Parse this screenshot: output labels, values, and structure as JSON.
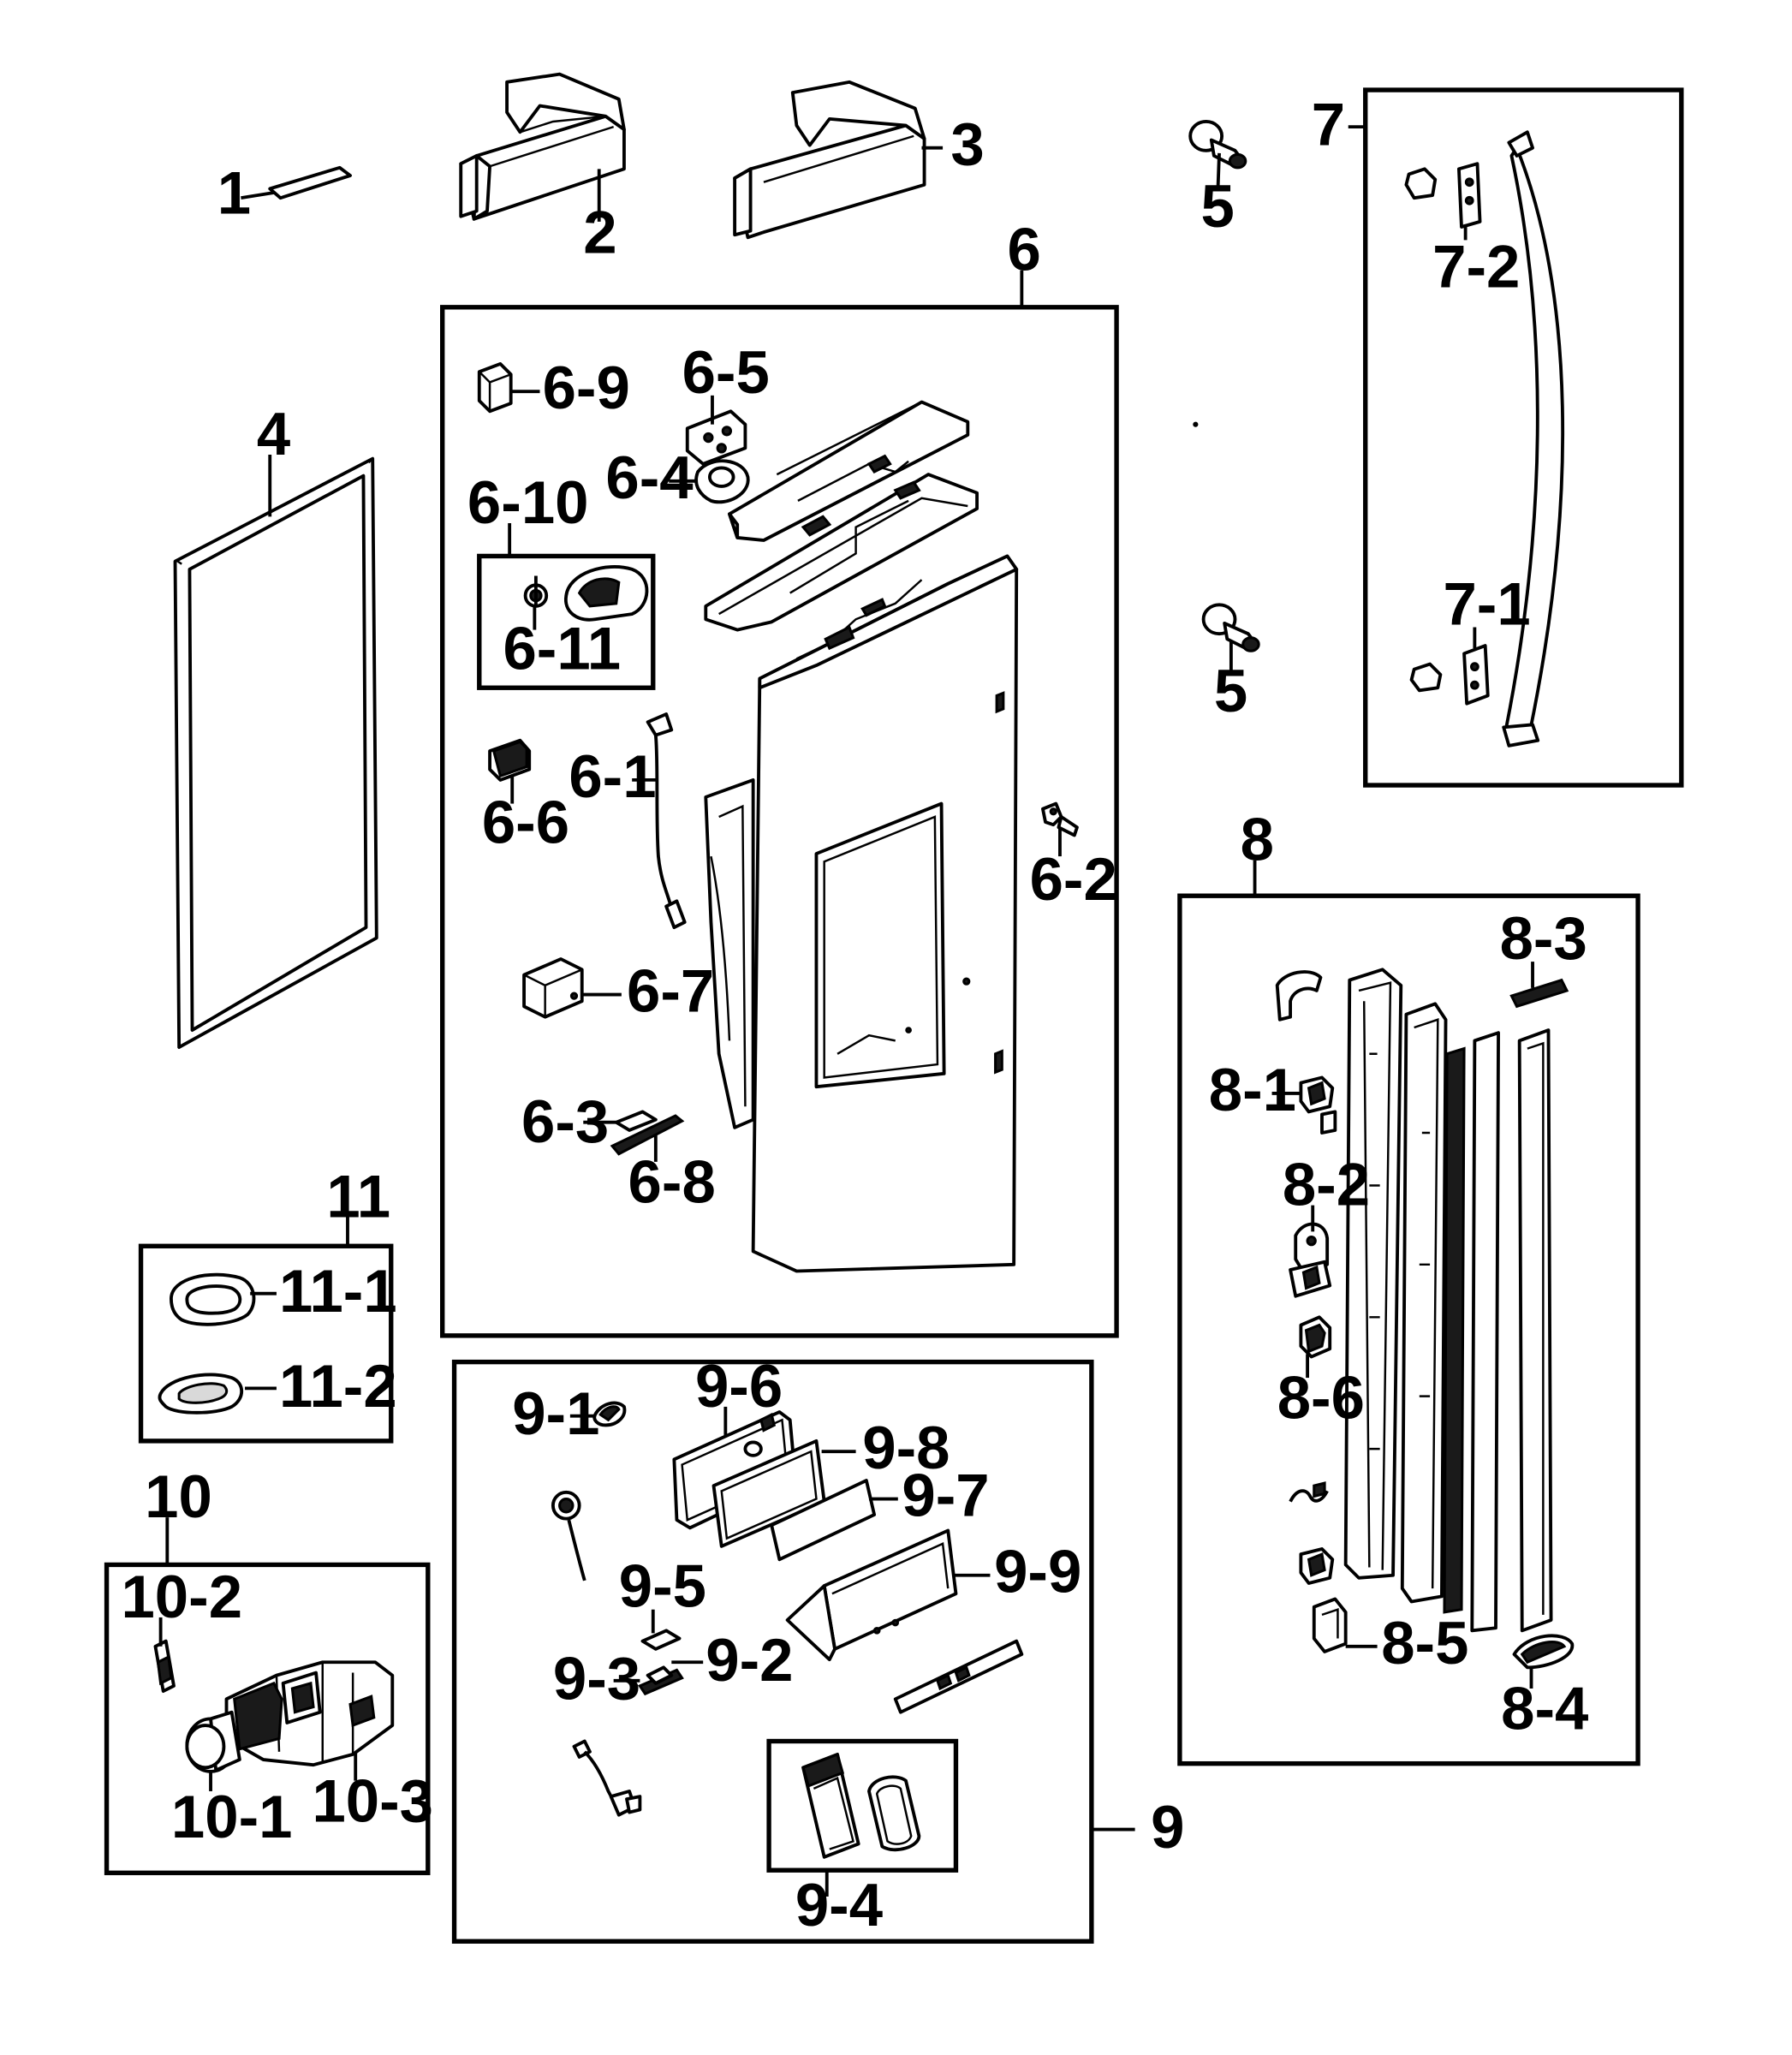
{
  "colors": {
    "line": "#000000",
    "background": "#ffffff",
    "shade": "#d9d9d9"
  },
  "labels": {
    "p1": "1",
    "p2": "2",
    "p3": "3",
    "p4": "4",
    "p5a": "5",
    "p5b": "5",
    "p6": "6",
    "p6_1": "6-1",
    "p6_2": "6-2",
    "p6_3": "6-3",
    "p6_4": "6-4",
    "p6_5": "6-5",
    "p6_6": "6-6",
    "p6_7": "6-7",
    "p6_8": "6-8",
    "p6_9": "6-9",
    "p6_10": "6-10",
    "p6_11": "6-11",
    "p7": "7",
    "p7_1": "7-1",
    "p7_2": "7-2",
    "p8": "8",
    "p8_1": "8-1",
    "p8_2": "8-2",
    "p8_3": "8-3",
    "p8_4": "8-4",
    "p8_5": "8-5",
    "p8_6": "8-6",
    "p9": "9",
    "p9_1": "9-1",
    "p9_2": "9-2",
    "p9_3": "9-3",
    "p9_4": "9-4",
    "p9_5": "9-5",
    "p9_6": "9-6",
    "p9_7": "9-7",
    "p9_8": "9-8",
    "p9_9": "9-9",
    "p10": "10",
    "p10_1": "10-1",
    "p10_2": "10-2",
    "p10_3": "10-3",
    "p11": "11",
    "p11_1": "11-1",
    "p11_2": "11-2"
  }
}
